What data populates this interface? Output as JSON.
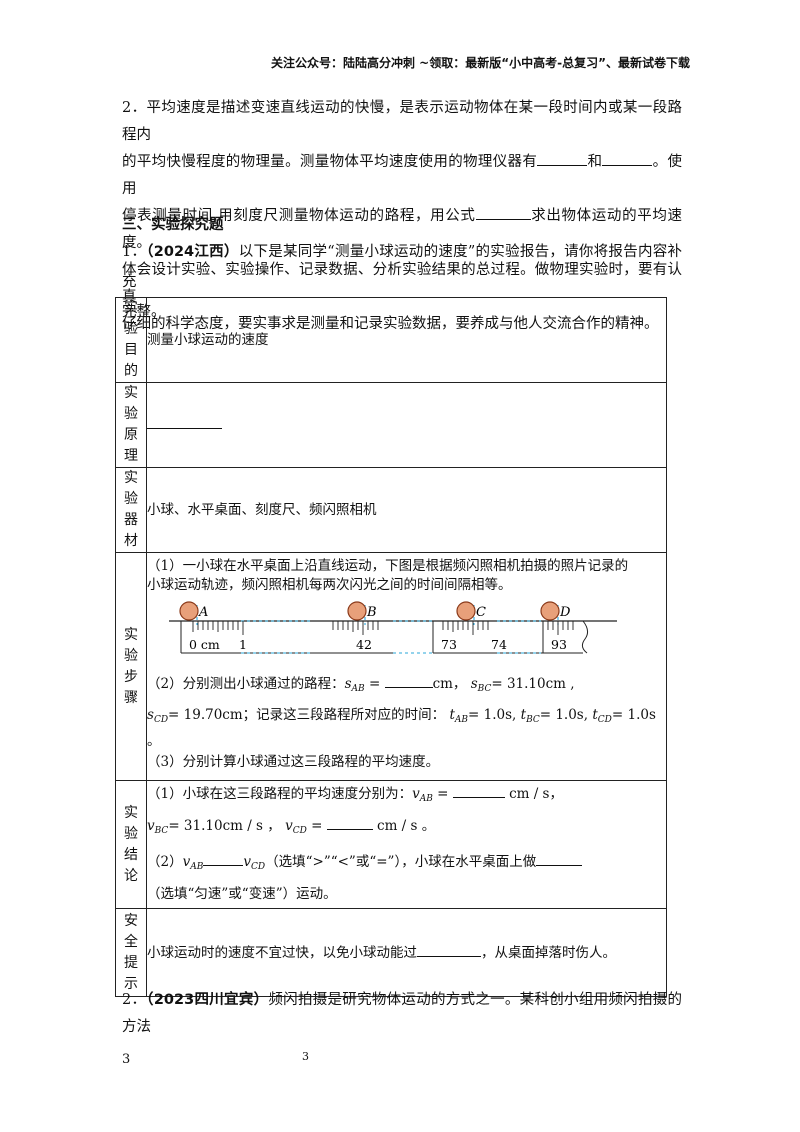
{
  "header": "关注公众号：陆陆高分冲刺 ~领取：最新版“小中高考-总复习”、最新试卷下载",
  "para2": {
    "l1": "2．平均速度是描述变速直线运动的快慢，是表示运动物体在某一段时间内或某一段路程内",
    "l2a": "的平均快慢程度的物理量。测量物体平均速度使用的物理仪器有",
    "l2b": "和",
    "l2c": "。使用",
    "l3a": "停表测量时间,用刻度尺测量物体运动的路程，用公式",
    "l3b": "求出物体运动的平均速度。",
    "l4": "体会设计实验、实验操作、记录数据、分析实验结果的总过程。做物理实验时，要有认真",
    "l5": "仔细的科学态度，要实事求是测量和记录实验数据，要养成与他人交流合作的精神。"
  },
  "section_title": "三、实验探究题",
  "q1": {
    "num": "1．",
    "source": "（2024江西）",
    "text": "以下是某同学“测量小球运动的速度”的实验报告，请你将报告内容补充",
    "text2": "完整。"
  },
  "table": {
    "purpose_label": [
      "实",
      "验",
      "目",
      "的"
    ],
    "purpose": "测量小球运动的速度",
    "principle_label": [
      "实",
      "验",
      "原",
      "理"
    ],
    "equipment_label": [
      "实",
      "验",
      "器",
      "材"
    ],
    "equipment": "小球、水平桌面、刻度尺、频闪照相机",
    "steps_label": [
      "实",
      "验",
      "步",
      "骤"
    ],
    "step1a": "（1）一小球在水平桌面上沿直线运动，下图是根据频闪照相机拍摄的照片记录的",
    "step1b": "小球运动轨迹，频闪照相机每两次闪光之间的时间间隔相等。",
    "ruler": {
      "points": [
        "A",
        "B",
        "C",
        "D"
      ],
      "ticks": [
        "0 cm",
        "1",
        "42",
        "73",
        "74",
        "93"
      ]
    },
    "step2a": "（2）分别测出小球通过的路程：",
    "sAB_sym": "s",
    "sAB_sub": "AB",
    "sAB_unit": "cm，",
    "sBC_sym": "s",
    "sBC_sub": "BC",
    "sBC_val": "= 31.10cm ,",
    "sCD_sym": "s",
    "sCD_sub": "CD",
    "sCD_val": "= 19.70cm",
    "step2b": "；记录这三段路程所对应的时间：",
    "tAB": "t",
    "tAB_sub": "AB",
    "tAB_val": "= 1.0s,",
    "tBC": "t",
    "tBC_sub": "BC",
    "tBC_val": "= 1.0s,",
    "tCD": "t",
    "tCD_sub": "CD",
    "tCD_val": "= 1.0s",
    "step2c": "。",
    "step3": "（3）分别计算小球通过这三段路程的平均速度。",
    "conclusion_label": [
      "实",
      "验",
      "结",
      "论"
    ],
    "c1a": "（1）小球在这三段路程的平均速度分别为：",
    "vAB_sym": "v",
    "vAB_sub": "AB",
    "unit_cms": "cm / s，",
    "vBC_sym": "v",
    "vBC_sub": "BC",
    "vBC_val": "= 31.10cm / s ，",
    "vCD_sym": "v",
    "vCD_sub": "CD",
    "unit_cms2": "cm / s 。",
    "c2a": "（2）",
    "vAB2_sym": "v",
    "vAB2_sub": "AB",
    "vCD2_sym": "v",
    "vCD2_sub": "CD",
    "c2b": "（选填“>”“<”或“=”），小球在水平桌面上做",
    "c2c": "（选填“匀速”或“变速”）运动。",
    "safety_label": [
      "安",
      "全",
      "提",
      "示"
    ],
    "safety_a": "小球运动时的速度不宜过快，以免小球动能过",
    "safety_b": "，从桌面掉落时伤人。"
  },
  "q2": {
    "num": "2．",
    "source": "（2023四川宜宾）",
    "text": "频闪拍摄是研究物体运动的方式之一。某科创小组用频闪拍摄的方法"
  },
  "page_number": "3"
}
